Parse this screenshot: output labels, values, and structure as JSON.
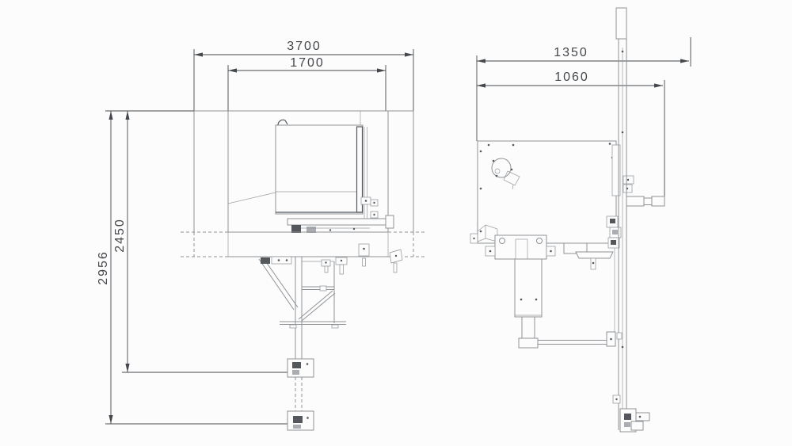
{
  "colors": {
    "background": "#fcfcfc",
    "line": "#8e9296",
    "dark": "#54585c",
    "dimension": "#44474b"
  },
  "views": {
    "front": {
      "dimensions": {
        "overall_width": "3700",
        "opening_width": "1700",
        "working_height": "2450",
        "overall_height": "2956"
      }
    },
    "side": {
      "dimensions": {
        "overall_depth": "1350",
        "body_depth": "1060"
      }
    }
  }
}
